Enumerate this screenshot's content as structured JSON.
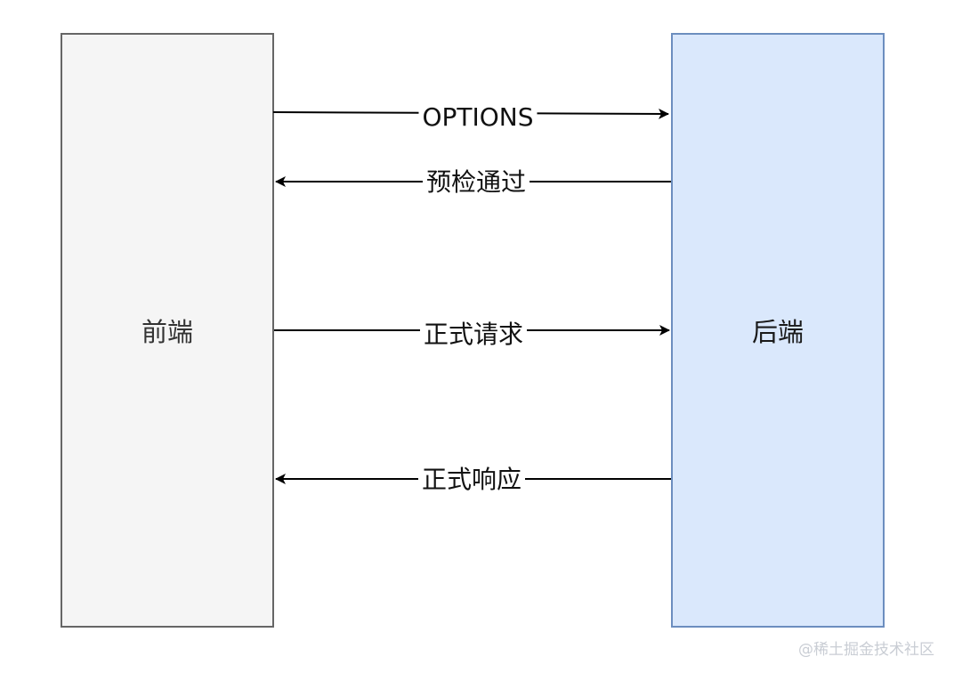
{
  "diagram": {
    "frontend_label": "前端",
    "backend_label": "后端",
    "messages": [
      {
        "label": "OPTIONS",
        "direction": "to-backend"
      },
      {
        "label": "预检通过",
        "direction": "to-frontend"
      },
      {
        "label": "正式请求",
        "direction": "to-backend"
      },
      {
        "label": "正式响应",
        "direction": "to-frontend"
      }
    ]
  },
  "watermark": "@稀土掘金技术社区",
  "colors": {
    "frontend_fill": "#f5f5f5",
    "frontend_stroke": "#666666",
    "backend_fill": "#dae8fc",
    "backend_stroke": "#6c8ebf",
    "arrow": "#000000"
  }
}
